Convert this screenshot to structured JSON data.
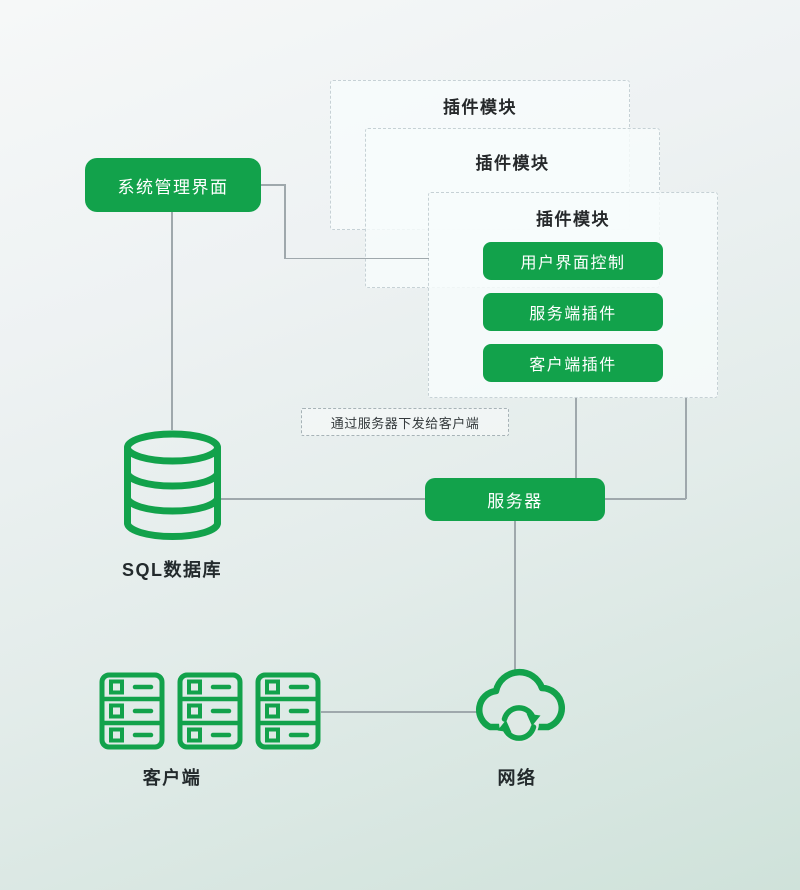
{
  "colors": {
    "green": "#12a24b",
    "connector_line": "#9fa8ac",
    "text_dark": "#232a2c",
    "panel_border": "#c6d1d5"
  },
  "nodes": {
    "system_admin": {
      "label": "系统管理界面"
    },
    "plugin_panels": {
      "back": {
        "title": "插件模块"
      },
      "middle": {
        "title": "插件模块"
      },
      "front": {
        "title": "插件模块",
        "items": [
          {
            "label": "用户界面控制"
          },
          {
            "label": "服务端插件"
          },
          {
            "label": "客户端插件"
          }
        ]
      }
    },
    "annotation": {
      "label": "通过服务器下发给客户端"
    },
    "server": {
      "label": "服务器"
    },
    "database": {
      "label": "SQL数据库"
    },
    "clients": {
      "label": "客户端"
    },
    "network": {
      "label": "网络"
    }
  },
  "icons": {
    "database": "database-cylinder-icon",
    "clients": "server-rack-icon",
    "network": "cloud-sync-icon"
  }
}
